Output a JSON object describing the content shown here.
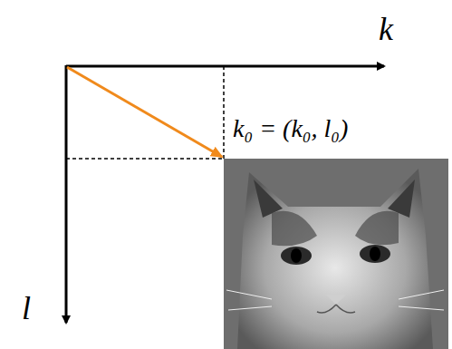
{
  "diagram": {
    "labels": [
      "k",
      "l",
      "k₀ = (k₀, l₀)"
    ]
  }
}
